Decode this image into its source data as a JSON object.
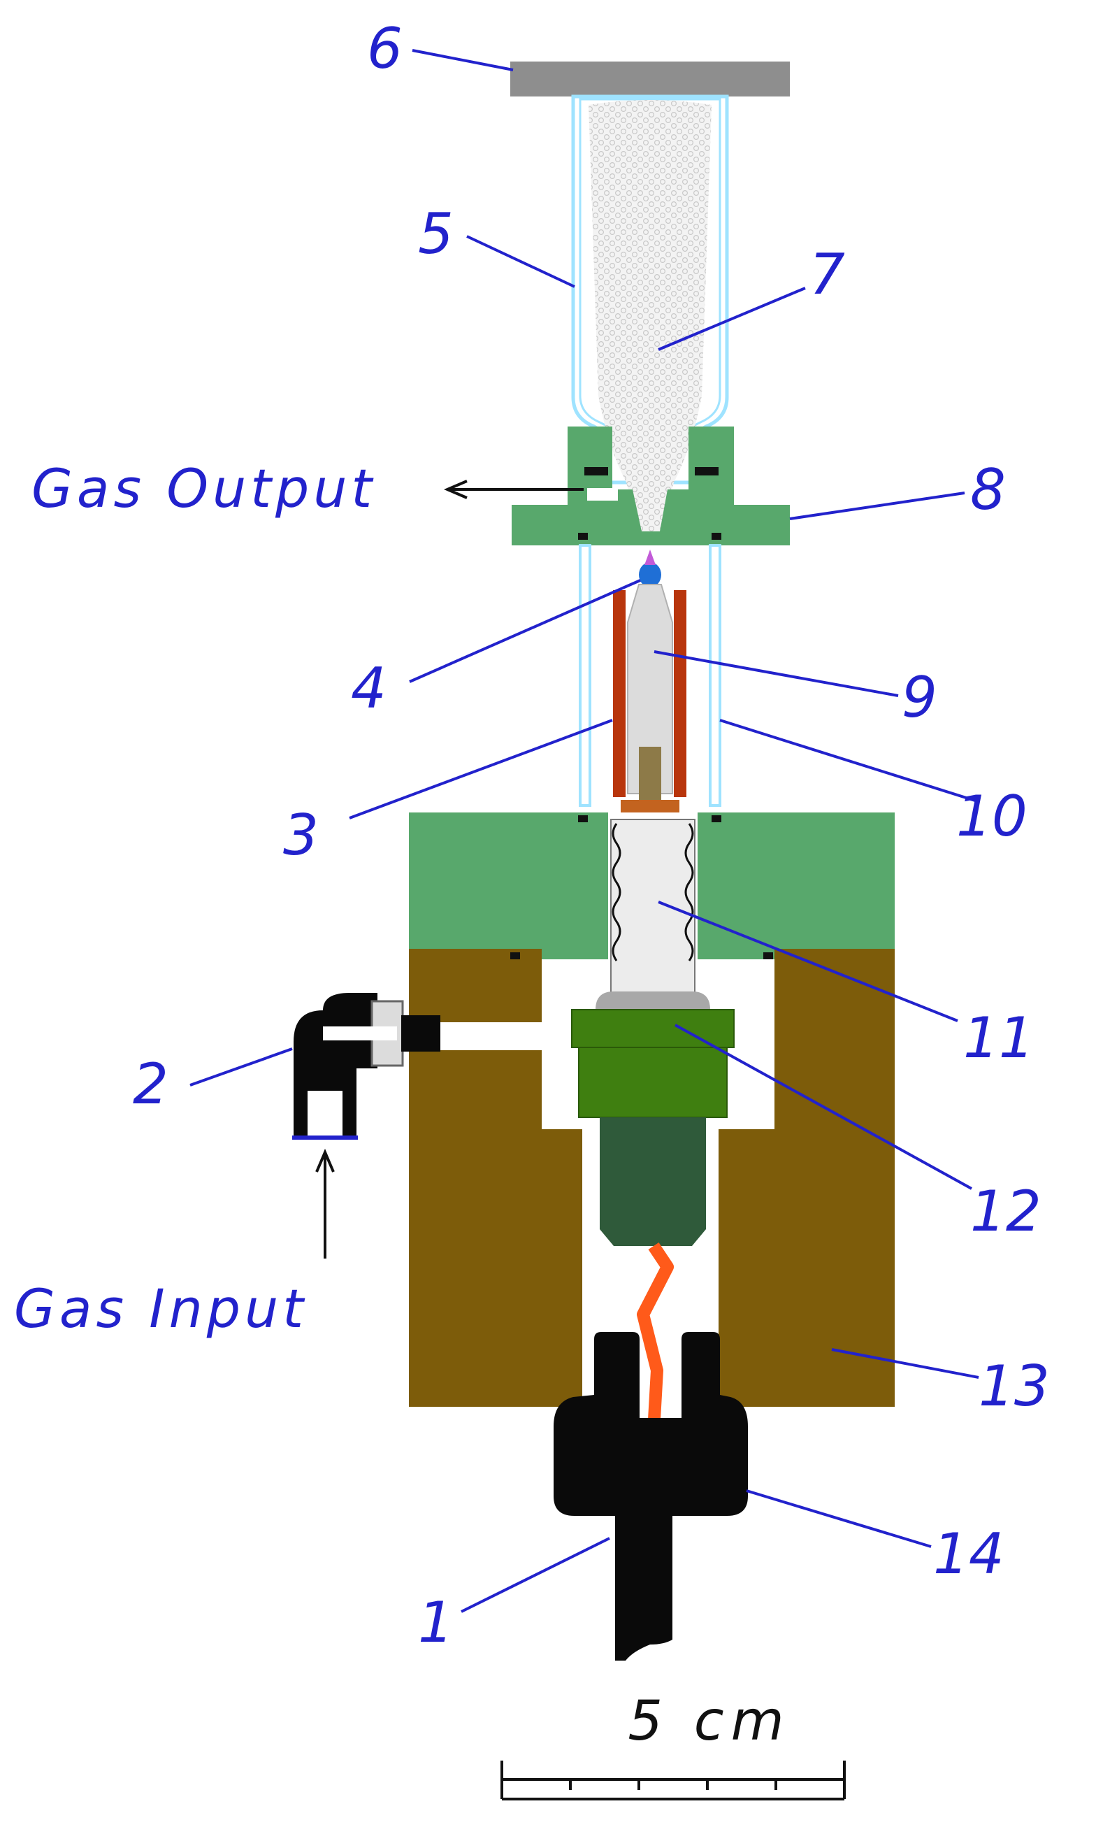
{
  "labels": {
    "n1": "1",
    "n2": "2",
    "n3": "3",
    "n4": "4",
    "n5": "5",
    "n6": "6",
    "n7": "7",
    "n8": "8",
    "n9": "9",
    "n10": "10",
    "n11": "11",
    "n12": "12",
    "n13": "13",
    "n14": "14",
    "gas_output": "Gas Output",
    "gas_input": "Gas Input"
  },
  "scale_bar": {
    "label": "5 cm"
  },
  "colors": {
    "label_blue": "#2222cc",
    "outer_green": "#58a86c",
    "dark_green": "#2f5a3a",
    "bright_green": "#3f7f10",
    "brown": "#7d5c0a",
    "copper": "#b8350c",
    "glass": "#9fe3ff",
    "plate_gray": "#8e8e8e",
    "cable_orange": "#ff5a1a"
  }
}
